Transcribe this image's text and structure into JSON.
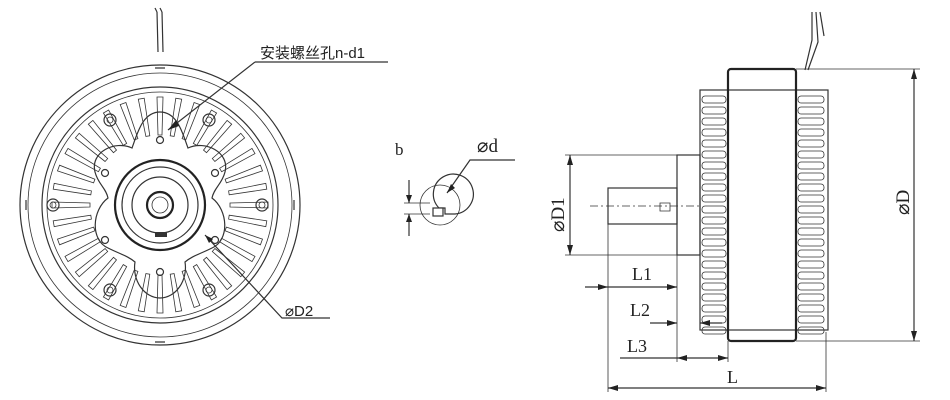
{
  "front_view": {
    "mount_hole_callout": "安装螺丝孔n-d1",
    "pitch_diameter_label": "⌀D2"
  },
  "shaft_section": {
    "keyway_label": "b",
    "shaft_diameter_label": "⌀d"
  },
  "side_view": {
    "hub_diameter_label": "⌀D1",
    "outer_diameter_label": "⌀D",
    "length_labels": {
      "l1": "L1",
      "l2": "L2",
      "l3": "L3",
      "overall": "L"
    }
  }
}
